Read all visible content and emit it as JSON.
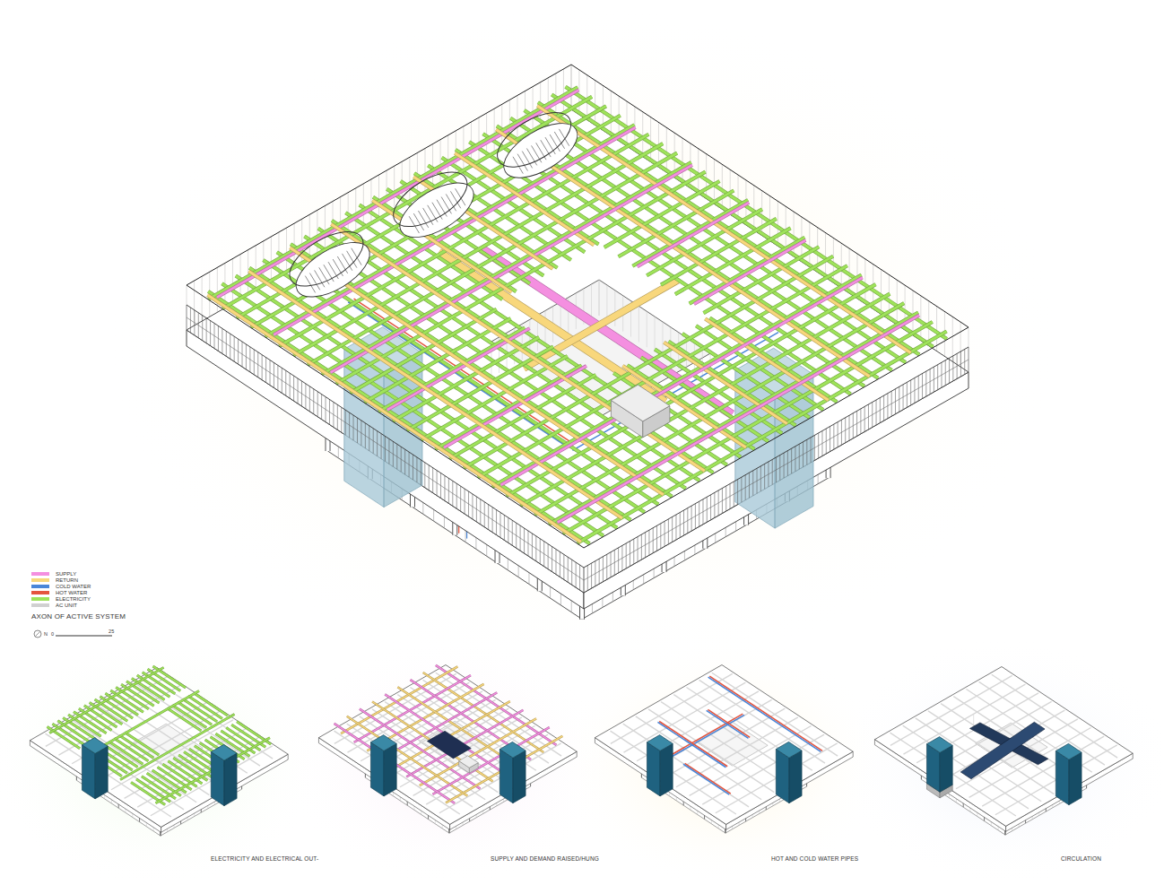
{
  "diagram": {
    "title": "AXON OF ACTIVE SYSTEM",
    "labels": [
      "N",
      "0",
      "25",
      "ELECTRICITY AND ELECTRICAL OUT-",
      "SUPPLY AND DEMAND RAISED/HUNG",
      "HOT AND COLD WATER PIPES",
      "CIRCULATION"
    ],
    "legend": [
      {
        "text": "SUPPLY",
        "color": "#f48fe0"
      },
      {
        "text": "RETURN",
        "color": "#f8d77c"
      },
      {
        "text": "COLD WATER",
        "color": "#4a86d8"
      },
      {
        "text": "HOT WATER",
        "color": "#e4553e"
      },
      {
        "text": "ELECTRICITY",
        "color": "#9fe35a"
      },
      {
        "text": "AC UNIT",
        "color": "#d0d0d0"
      }
    ]
  }
}
